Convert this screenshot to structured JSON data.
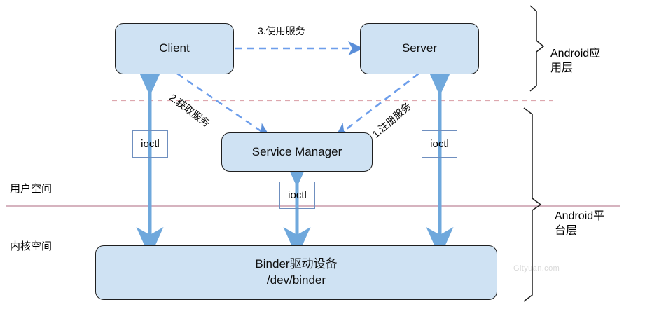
{
  "diagram": {
    "title": "Android Binder IPC architecture",
    "colors": {
      "node_fill": "#cfe2f3",
      "node_stroke": "#1f1f1f",
      "solid_arrow": "#6fa8dc",
      "dashed_arrow": "#6d9eeb",
      "divider_solid": "#d9b8c4",
      "divider_dashed": "#e0a0a8",
      "ioctl_border": "#6f8fbf",
      "watermark": "#d9d9d9"
    },
    "nodes": [
      {
        "id": "client",
        "label": "Client"
      },
      {
        "id": "server",
        "label": "Server"
      },
      {
        "id": "service_manager",
        "label": "Service Manager"
      },
      {
        "id": "binder_driver",
        "label": "Binder驱动设备\n/dev/binder"
      }
    ],
    "ioctl_boxes": [
      {
        "id": "ioctl-client",
        "label": "ioctl"
      },
      {
        "id": "ioctl-server",
        "label": "ioctl"
      },
      {
        "id": "ioctl-service-manager",
        "label": "ioctl"
      }
    ],
    "edge_labels": [
      {
        "id": "register",
        "label": "1.注册服务"
      },
      {
        "id": "acquire",
        "label": "2.获取服务"
      },
      {
        "id": "use",
        "label": "3.使用服务"
      }
    ],
    "space_labels": [
      {
        "id": "user-space",
        "label": "用户空间"
      },
      {
        "id": "kernel-space",
        "label": "内核空间"
      }
    ],
    "bracket_labels": [
      {
        "id": "app-layer",
        "label": "Android应\n用层"
      },
      {
        "id": "platform-layer",
        "label": "Android平\n台层"
      }
    ],
    "watermark": "Gityuan.com"
  }
}
